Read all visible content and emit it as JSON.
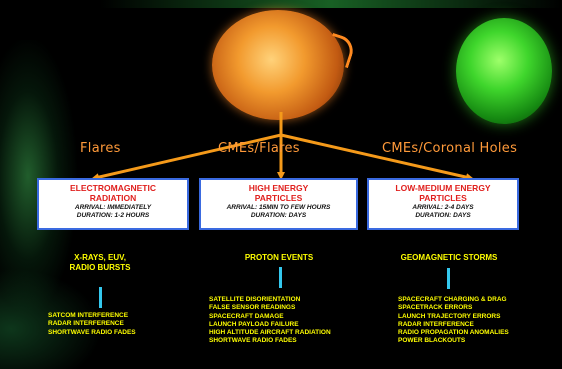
{
  "page": {
    "top_caption": ""
  },
  "sources": [
    {
      "label": "Flares"
    },
    {
      "label": "CMEs/Flares"
    },
    {
      "label": "CMEs/Coronal Holes"
    }
  ],
  "boxes": [
    {
      "title_lines": [
        "ELECTROMAGNETIC",
        "RADIATION"
      ],
      "arrival": "ARRIVAL: IMMEDIATELY",
      "duration": "DURATION: 1-2 HOURS"
    },
    {
      "title_lines": [
        "HIGH ENERGY",
        "PARTICLES"
      ],
      "arrival": "ARRIVAL: 15MIN TO FEW HOURS",
      "duration": "DURATION: DAYS"
    },
    {
      "title_lines": [
        "LOW-MEDIUM ENERGY",
        "PARTICLES"
      ],
      "arrival": "ARRIVAL: 2-4 DAYS",
      "duration": "DURATION: DAYS"
    }
  ],
  "effects": [
    {
      "lines": [
        "X-RAYS, EUV,",
        "RADIO BURSTS"
      ]
    },
    {
      "lines": [
        "PROTON EVENTS"
      ]
    },
    {
      "lines": [
        "GEOMAGNETIC STORMS"
      ]
    }
  ],
  "impacts": [
    [
      "SATCOM INTERFERENCE",
      "RADAR INTERFERENCE",
      "SHORTWAVE RADIO FADES"
    ],
    [
      "SATELLITE DISORIENTATION",
      "FALSE SENSOR READINGS",
      "SPACECRAFT DAMAGE",
      "LAUNCH PAYLOAD FAILURE",
      "HIGH ALTITUDE AIRCRAFT RADIATION",
      "SHORTWAVE RADIO FADES"
    ],
    [
      "SPACECRAFT CHARGING & DRAG",
      "SPACETRACK ERRORS",
      "LAUNCH TRAJECTORY ERRORS",
      "RADAR INTERFERENCE",
      "RADIO PROPAGATION ANOMALIES",
      "POWER BLACKOUTS"
    ]
  ],
  "colors": {
    "arrow": "#f59a1a",
    "source_label": "#ff9a3a",
    "box_border": "#3a6ae0",
    "box_title": "#e0201e",
    "effect_text": "#ffff00",
    "connector": "#34c8ee"
  }
}
